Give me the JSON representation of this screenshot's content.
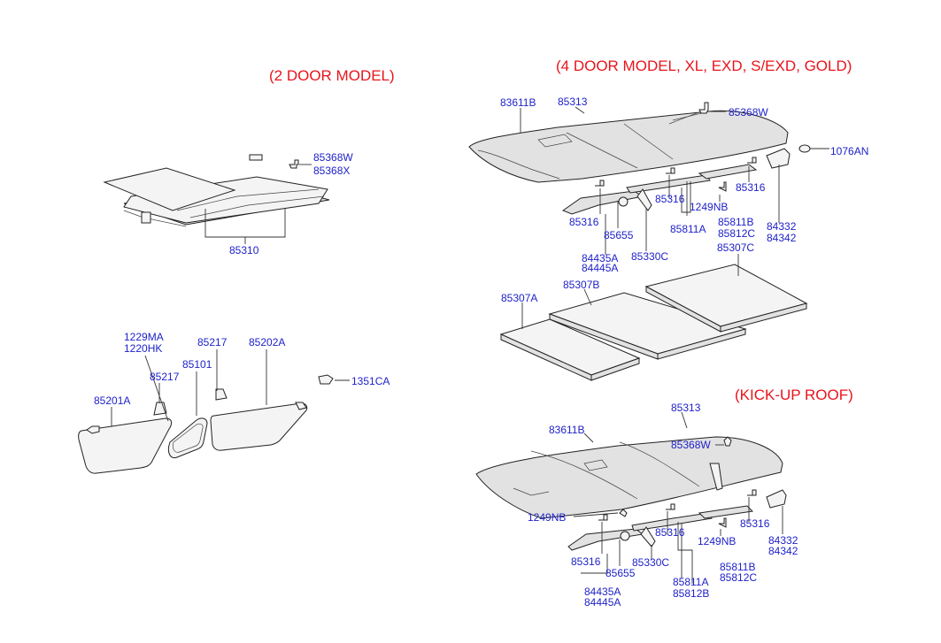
{
  "headings": {
    "two_door": "(2 DOOR MODEL)",
    "four_door": "(4 DOOR MODEL, XL, EXD, S/EXD, GOLD)",
    "kick_up": "(KICK-UP ROOF)"
  },
  "two_door_labels": [
    "85368W",
    "85368X",
    "85310"
  ],
  "visor_labels": [
    "1229MA",
    "1220HK",
    "85217",
    "85217",
    "85101",
    "85202A",
    "85201A",
    "1351CA"
  ],
  "four_door_labels": [
    "83611B",
    "85313",
    "85368W",
    "1076AN",
    "85316",
    "85316",
    "1249NB",
    "85811B",
    "85812C",
    "85316",
    "85655",
    "84332",
    "84342",
    "84435A",
    "84445A",
    "85330C",
    "85307C",
    "85307A",
    "85307B"
  ],
  "kick_up_labels": [
    "85313",
    "83611B",
    "85368W",
    "1249NB",
    "1249NB",
    "85316",
    "85316",
    "84332",
    "84342",
    "85316",
    "85655",
    "85330C",
    "85811B",
    "85812C",
    "84435A",
    "84445A",
    "85811A",
    "85812B"
  ],
  "four_door_label_85811A": "85811A",
  "colors": {
    "heading": "#e8141c",
    "part_number": "#1f22c8",
    "line": "#333333"
  }
}
